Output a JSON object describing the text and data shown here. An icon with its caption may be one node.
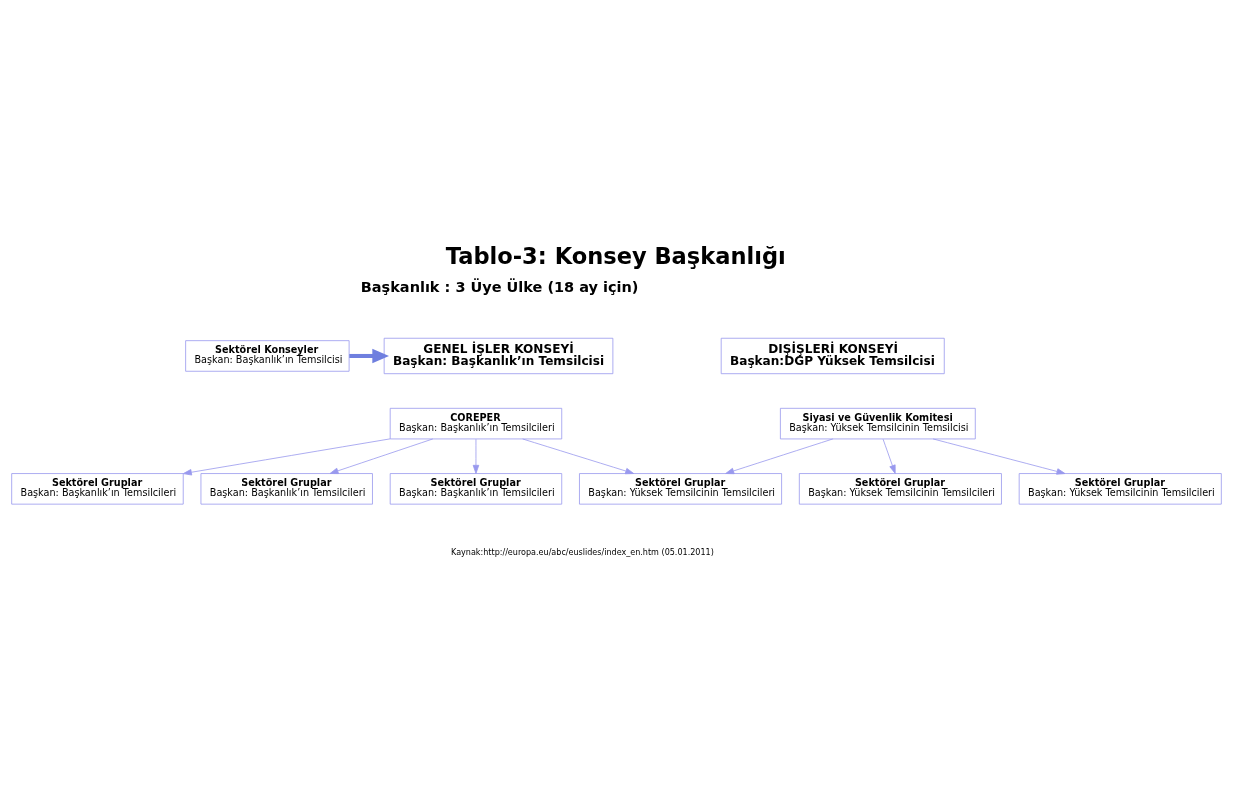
{
  "diagram": {
    "title": "Tablo-3: Konsey Başkanlığı",
    "nodes": [
      {
        "text": [
          "Sektörel Konseyler",
          "Başkan: Başkanlık’ın Temsilcisi"
        ]
      },
      {
        "text": [
          "GENEL İŞLER KONSEYİ",
          "Başkan: Başkanlık’ın Temsilcisi"
        ]
      },
      {
        "text": [
          "DIŞİŞLERİ KONSEYİ",
          "Başkan:DGP Yüksek Temsilcisi"
        ]
      },
      {
        "text": [
          "COREPER",
          "Başkan: Başkanlık’ın Temsilcileri"
        ]
      },
      {
        "text": [
          "Siyasi ve Güvenlik Komitesi",
          "Başkan: Yüksek Temsilcinin Temsilcisi"
        ]
      },
      {
        "text": [
          "Sektörel Gruplar",
          "Başkan: Başkanlık’ın Temsilcileri"
        ]
      },
      {
        "text": [
          "Sektörel Gruplar",
          "Başkan: Başkanlık’ın Temsilcileri"
        ]
      },
      {
        "text": [
          "Sektörel Gruplar",
          "Başkan: Başkanlık’ın Temsilcileri"
        ]
      },
      {
        "text": [
          "Sektörel Gruplar",
          "Başkan: Yüksek Temsilcinin Temsilcileri"
        ]
      },
      {
        "text": [
          "Sektörel Gruplar",
          "Başkan: Yüksek Temsilcinin Temsilcileri"
        ]
      },
      {
        "text": [
          "Sektörel Gruplar",
          "Başkan: Yüksek Temsilcinin Temsilcileri"
        ]
      }
    ],
    "edges": [
      {
        "from": 0,
        "to": 1,
        "arrow": "to",
        "style": "thick",
        "color": "#6f7fdf"
      },
      {
        "from": 3,
        "to": 5,
        "arrow": "to"
      },
      {
        "from": 3,
        "to": 6,
        "arrow": "to"
      },
      {
        "from": 3,
        "to": 7,
        "arrow": "to"
      },
      {
        "from": 3,
        "to": 8,
        "arrow": "to"
      },
      {
        "from": 4,
        "to": 8,
        "arrow": "to"
      },
      {
        "from": 4,
        "to": 9,
        "arrow": "to"
      },
      {
        "from": 4,
        "to": 10,
        "arrow": "to"
      }
    ],
    "labels": [
      "Başkanlık : 3 Üye Ülke (18 ay için)",
      "Kaynak:http://europa.eu/abc/euslides/index_en.htm (05.01.2011)"
    ]
  }
}
